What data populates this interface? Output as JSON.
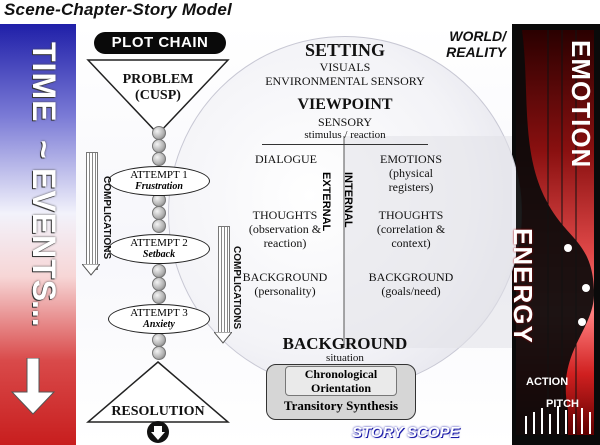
{
  "title": "Scene-Chapter-Story Model",
  "left_column": {
    "word1": "TIME",
    "separator": "~",
    "word2": "EVENTS",
    "ellipsis": "..."
  },
  "right_column": {
    "emotion": "EMOTION",
    "energy": "ENERGY",
    "action": "ACTION",
    "pitch": "PITCH"
  },
  "world": {
    "line1": "WORLD/",
    "line2": "REALITY"
  },
  "plot_chain": {
    "label": "PLOT CHAIN",
    "problem": "PROBLEM",
    "cusp": "(CUSP)",
    "attempts": [
      {
        "title": "ATTEMPT 1",
        "sub": "Frustration"
      },
      {
        "title": "ATTEMPT 2",
        "sub": "Setback"
      },
      {
        "title": "ATTEMPT 3",
        "sub": "Anxiety"
      }
    ],
    "resolution": "RESOLUTION",
    "complications": "COMPLICATIONS"
  },
  "setting": {
    "heading": "SETTING",
    "line1": "VISUALS",
    "line2": "ENVIRONMENTAL SENSORY"
  },
  "viewpoint": {
    "heading": "VIEWPOINT",
    "line1": "SENSORY",
    "line2": "stimulus / reaction"
  },
  "external": {
    "label": "EXTERNAL",
    "dialogue": "DIALOGUE",
    "thoughts": "THOUGHTS",
    "thoughts_sub1": "(observation &",
    "thoughts_sub2": "reaction)",
    "background": "BACKGROUND",
    "background_sub": "(personality)"
  },
  "internal": {
    "label": "INTERNAL",
    "emotions": "EMOTIONS",
    "emotions_sub1": "(physical",
    "emotions_sub2": "registers)",
    "thoughts": "THOUGHTS",
    "thoughts_sub1": "(correlation &",
    "thoughts_sub2": "context)",
    "background": "BACKGROUND",
    "background_sub": "(goals/need)"
  },
  "background_section": {
    "heading": "BACKGROUND",
    "line1": "situation",
    "chrono1": "Chronological",
    "chrono2": "Orientation",
    "transitory": "Transitory Synthesis"
  },
  "story_scope": "STORY SCOPE",
  "colors": {
    "blue": "#1c1ca8",
    "red": "#d02020",
    "black": "#0a0a0a"
  }
}
